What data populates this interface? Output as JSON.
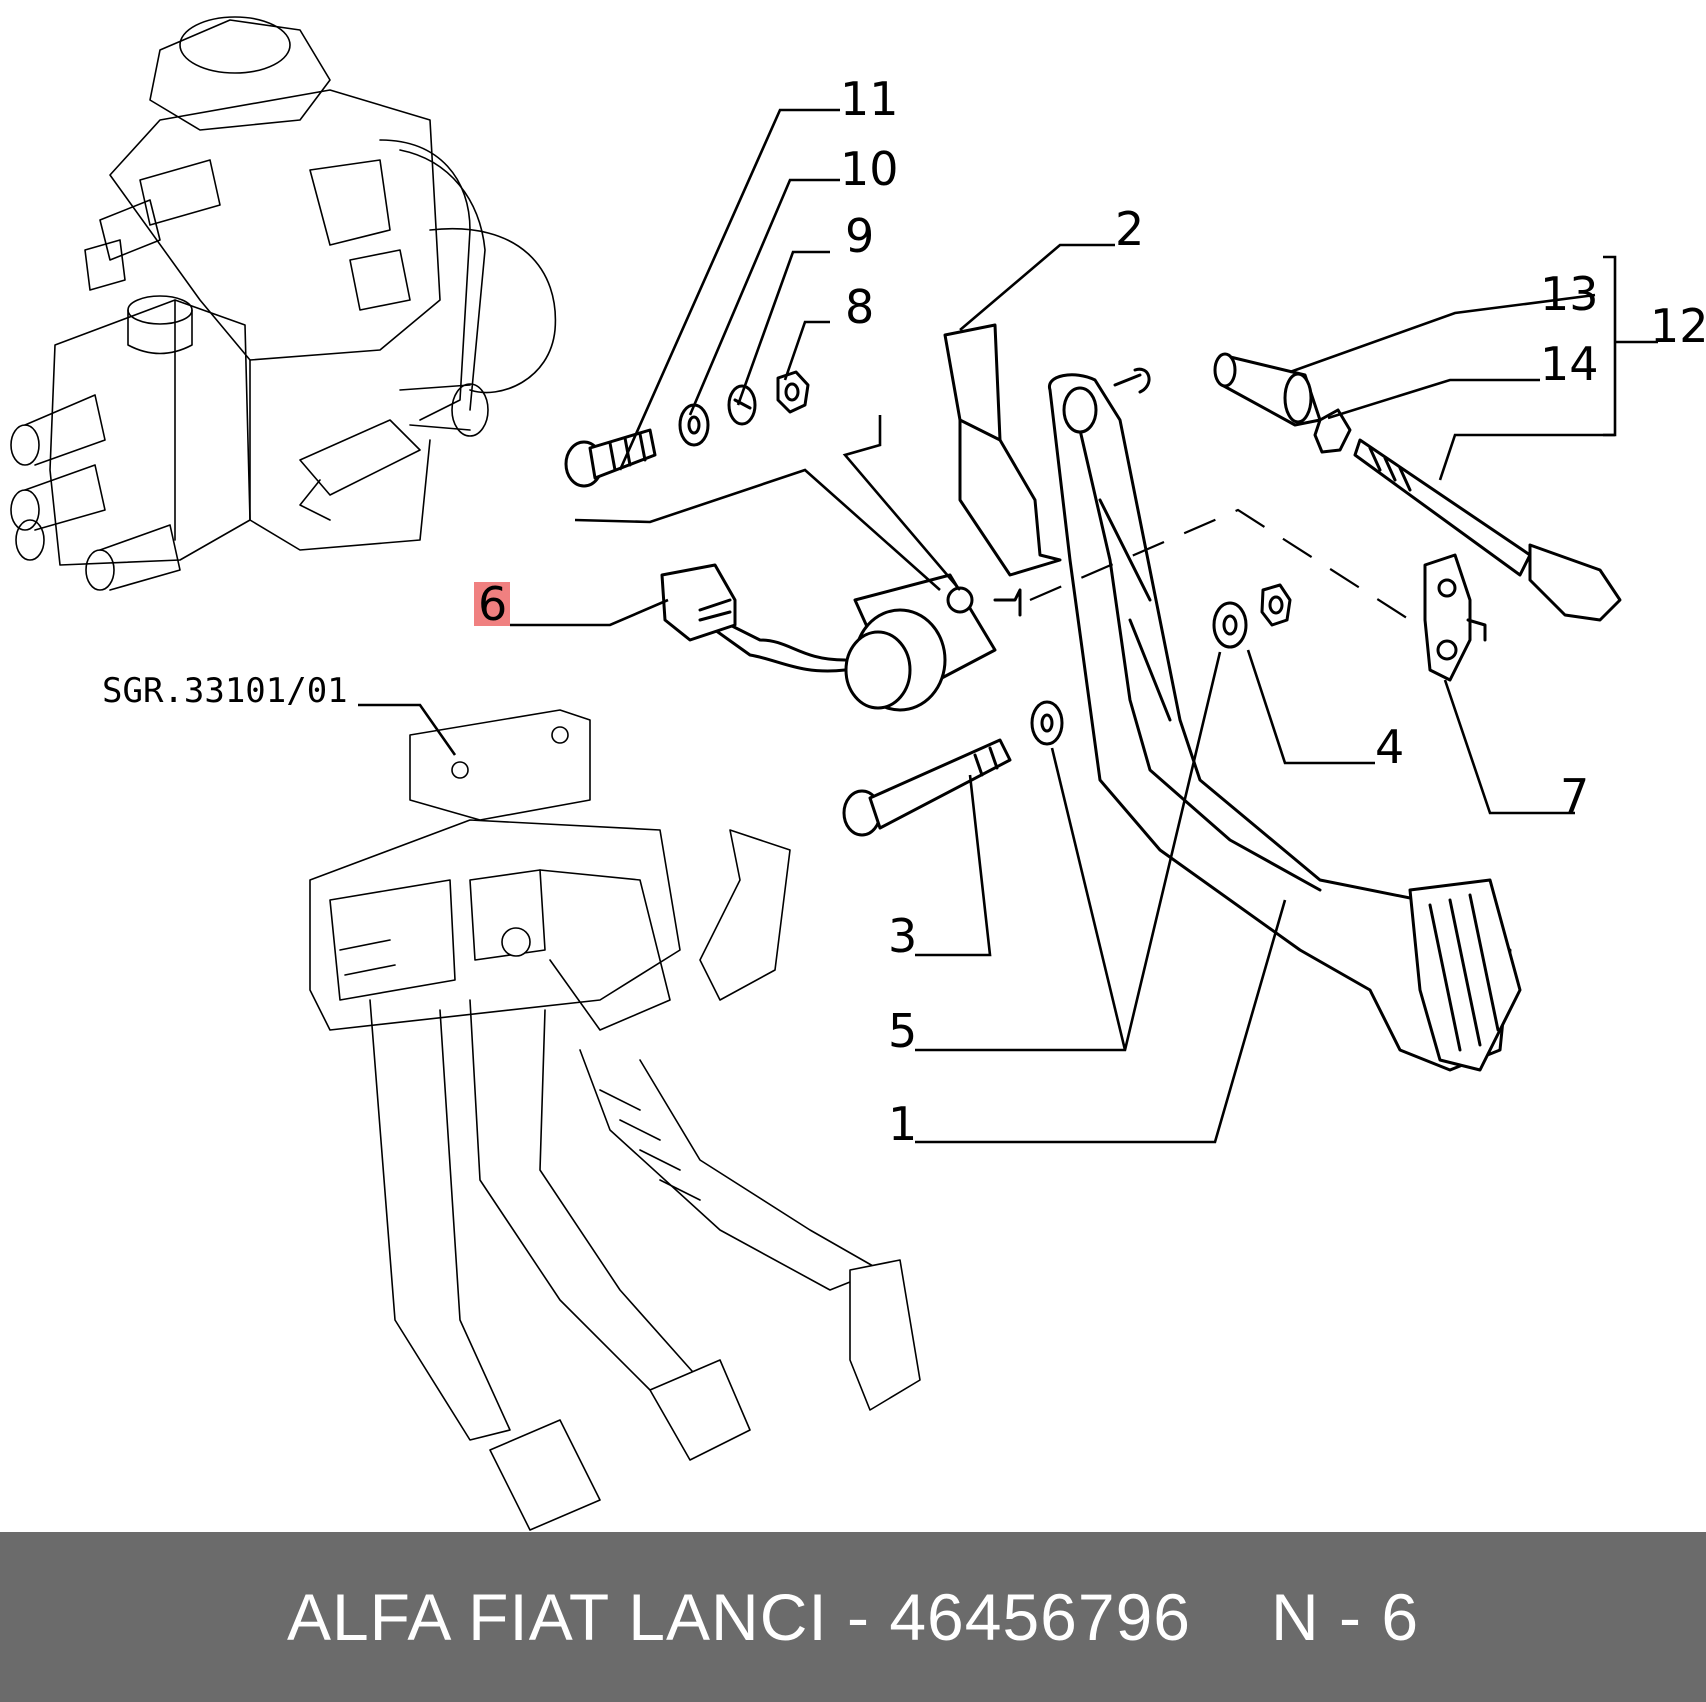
{
  "diagram": {
    "reference_code": "SGR.33101/01",
    "highlight_color": "#f08080",
    "callouts": [
      {
        "id": "c1",
        "label": "1"
      },
      {
        "id": "c2",
        "label": "2"
      },
      {
        "id": "c3",
        "label": "3"
      },
      {
        "id": "c4",
        "label": "4"
      },
      {
        "id": "c5",
        "label": "5"
      },
      {
        "id": "c6",
        "label": "6",
        "highlighted": true
      },
      {
        "id": "c7",
        "label": "7"
      },
      {
        "id": "c8",
        "label": "8"
      },
      {
        "id": "c9",
        "label": "9"
      },
      {
        "id": "c10",
        "label": "10"
      },
      {
        "id": "c11",
        "label": "11"
      },
      {
        "id": "c12",
        "label": "12"
      },
      {
        "id": "c13",
        "label": "13"
      },
      {
        "id": "c14",
        "label": "14"
      }
    ]
  },
  "footer": {
    "part_text": "ALFA FIAT LANCI - 46456796",
    "position_text": "N - 6",
    "background": "#6b6b6b"
  }
}
